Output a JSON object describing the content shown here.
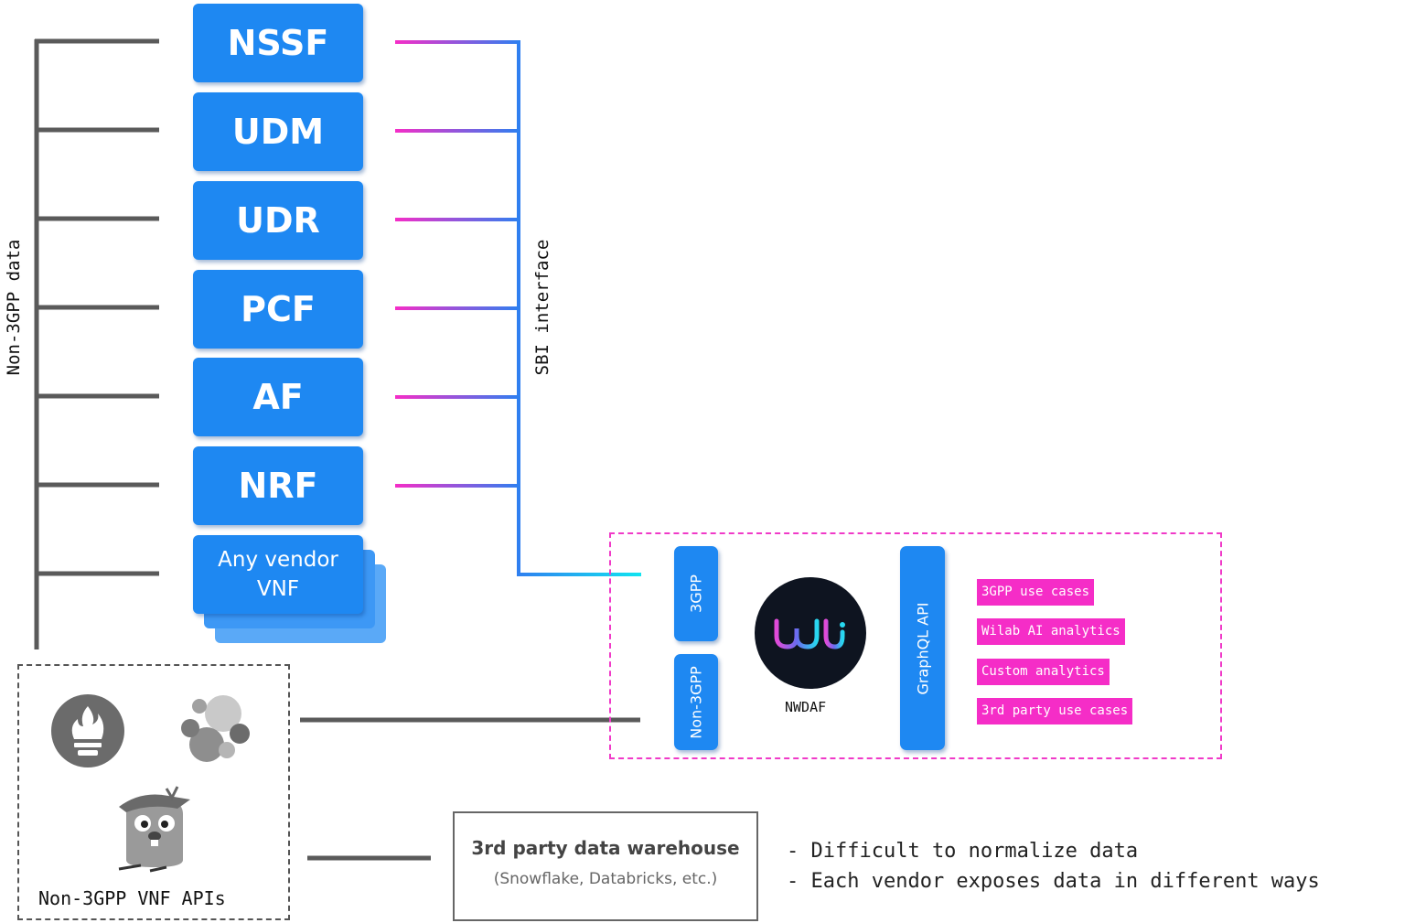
{
  "network_functions": [
    "NSSF",
    "UDM",
    "UDR",
    "PCF",
    "AF",
    "NRF"
  ],
  "vendor_vnf": {
    "line1": "Any vendor",
    "line2": "VNF"
  },
  "left_label": "Non-3GPP data",
  "right_label": "SBI interface",
  "nwdaf": {
    "input_3gpp": "3GPP",
    "input_non3gpp": "Non-3GPP",
    "name": "NWDAF",
    "api": "GraphQL API",
    "use_cases": [
      "3GPP use cases",
      "Wilab AI analytics",
      "Custom analytics",
      "3rd party use cases"
    ]
  },
  "apis_box_label": "Non-3GPP VNF APIs",
  "warehouse": {
    "title": "3rd party data warehouse",
    "subtitle": "(Snowflake, Databricks, etc.)"
  },
  "notes": [
    "- Difficult to normalize data",
    "- Each vendor exposes data in different ways"
  ],
  "colors": {
    "nf_blue": "#1e88f2",
    "magenta": "#f52dc7",
    "gray_line": "#5a5a5a"
  },
  "icons": [
    "prometheus-icon",
    "elastic-icon",
    "gopher-icon",
    "nwdaf-logo"
  ]
}
